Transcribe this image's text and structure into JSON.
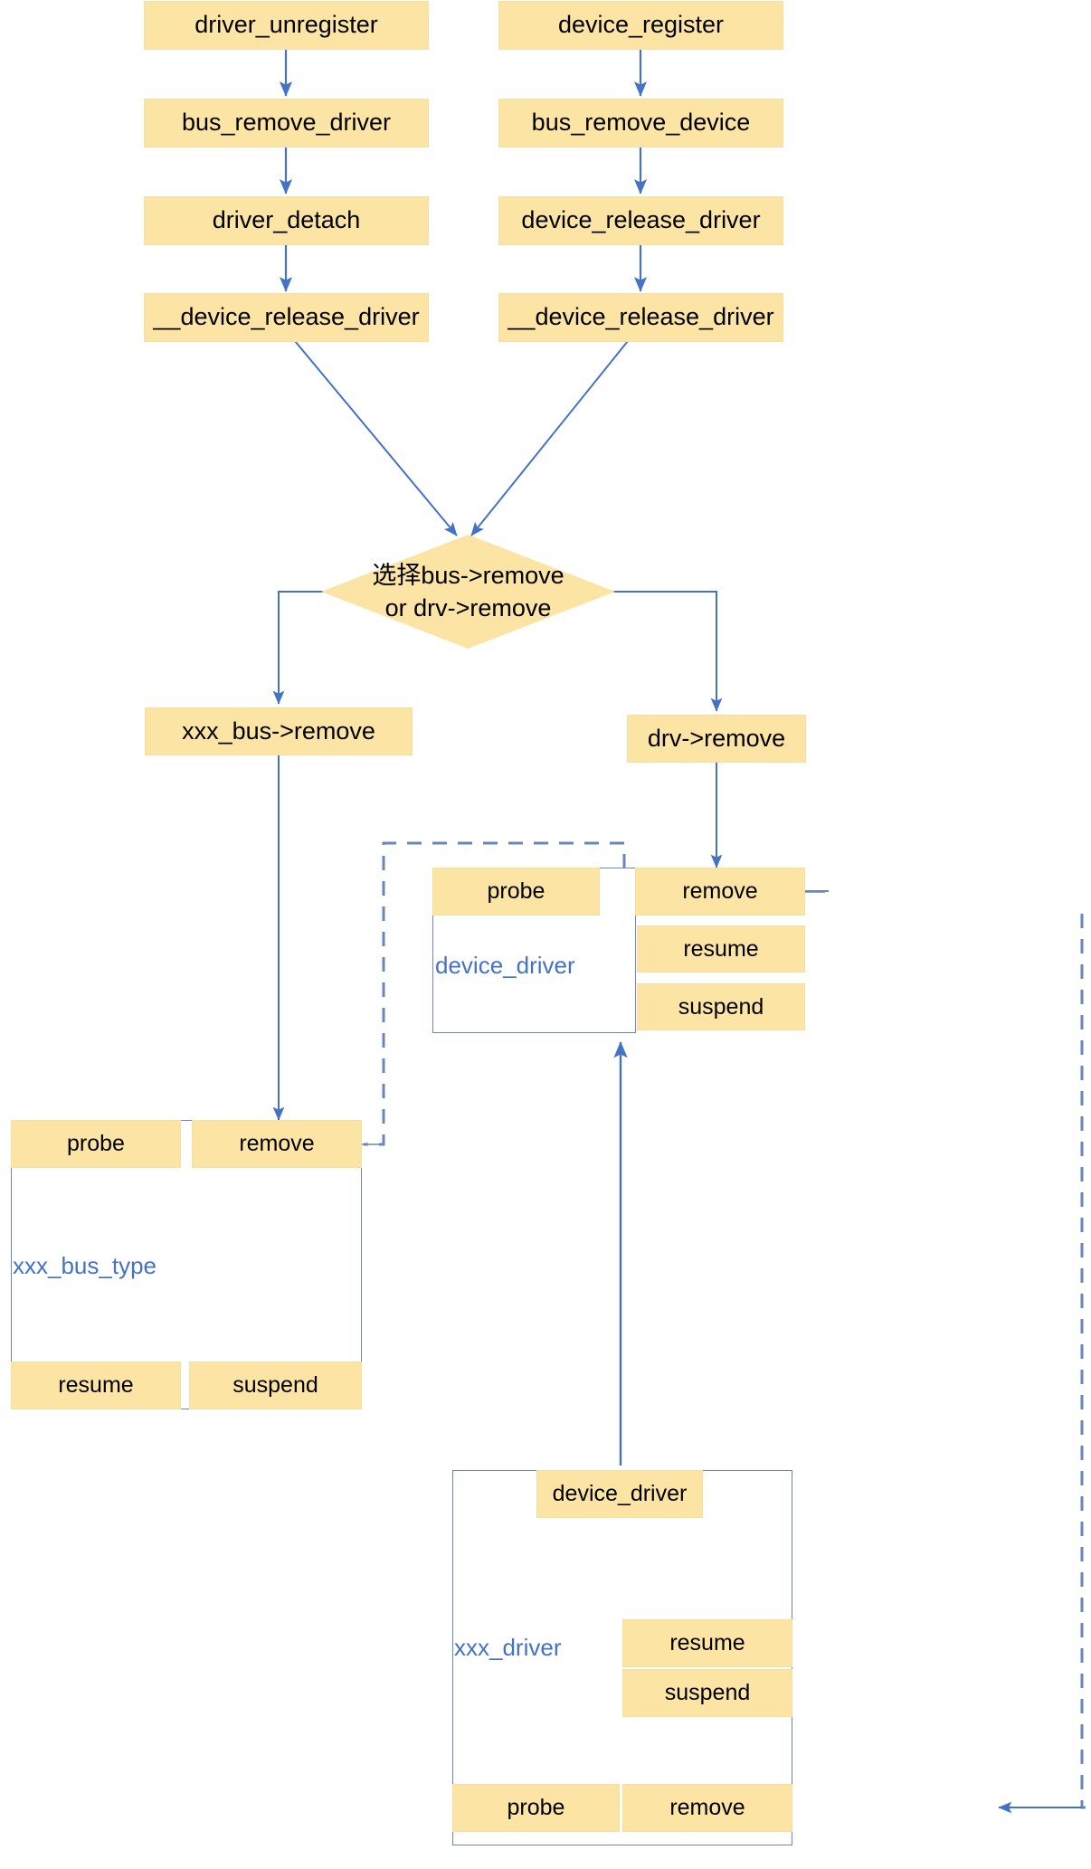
{
  "diagram": {
    "title": "Linux device driver remove call flow",
    "colors": {
      "node_fill": "#fce4a4",
      "edge": "#4472c4",
      "frame_stroke": "#6b86b9",
      "struct_label": "#4472c4",
      "text": "#000000",
      "background": "#ffffff"
    },
    "left_chain": [
      {
        "label": "driver_unregister"
      },
      {
        "label": "bus_remove_driver"
      },
      {
        "label": "driver_detach"
      },
      {
        "label": "__device_release_driver"
      }
    ],
    "right_chain": [
      {
        "label": "device_register"
      },
      {
        "label": "bus_remove_device"
      },
      {
        "label": "device_release_driver"
      },
      {
        "label": "__device_release_driver"
      }
    ],
    "decision": {
      "line1": "选择bus->remove",
      "line2": "or drv->remove"
    },
    "branch_left": {
      "label": "xxx_bus->remove"
    },
    "branch_right": {
      "label": "drv->remove"
    },
    "device_driver_struct": {
      "name": "device_driver",
      "slots": [
        {
          "label": "probe"
        },
        {
          "label": "remove"
        },
        {
          "label": "resume"
        },
        {
          "label": "suspend"
        }
      ]
    },
    "xxx_bus_type_struct": {
      "name": "xxx_bus_type",
      "slots": [
        {
          "label": "probe"
        },
        {
          "label": "remove"
        },
        {
          "label": "resume"
        },
        {
          "label": "suspend"
        }
      ]
    },
    "xxx_driver_struct": {
      "name": "xxx_driver",
      "slots": [
        {
          "label": "device_driver"
        },
        {
          "label": "resume"
        },
        {
          "label": "suspend"
        },
        {
          "label": "probe"
        },
        {
          "label": "remove"
        }
      ]
    }
  }
}
